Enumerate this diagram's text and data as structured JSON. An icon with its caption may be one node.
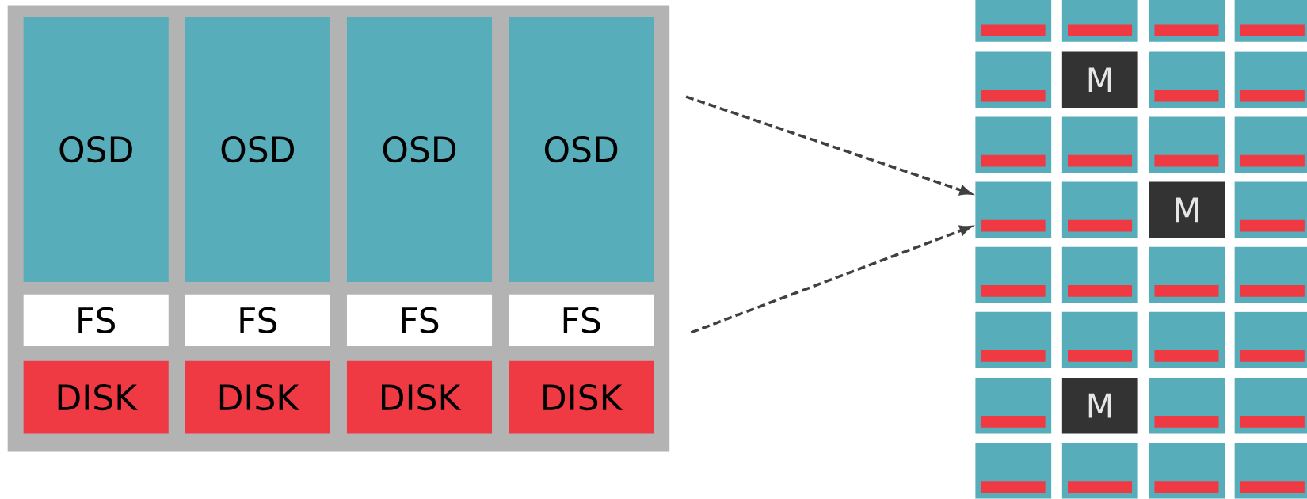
{
  "diagram": {
    "nodes": [
      {
        "text": [],
        "shape": "box"
      },
      {
        "text": [
          "OSD"
        ],
        "in": 0
      },
      {
        "text": [
          "OSD"
        ],
        "in": 0
      },
      {
        "text": [
          "OSD"
        ],
        "in": 0
      },
      {
        "text": [
          "OSD"
        ],
        "in": 0
      },
      {
        "text": [
          "FS"
        ],
        "in": 0
      },
      {
        "text": [
          "FS"
        ],
        "in": 0
      },
      {
        "text": [
          "FS"
        ],
        "in": 0
      },
      {
        "text": [
          "FS"
        ],
        "in": 0
      },
      {
        "text": [
          "DISK"
        ],
        "in": 0
      },
      {
        "text": [
          "DISK"
        ],
        "in": 0
      },
      {
        "text": [
          "DISK"
        ],
        "in": 0
      },
      {
        "text": [
          "DISK"
        ],
        "in": 0
      },
      {
        "text": [],
        "shape": "box"
      },
      {
        "text": [],
        "shape": "box"
      },
      {
        "text": [],
        "shape": "box"
      },
      {
        "text": [],
        "shape": "box"
      },
      {
        "text": [],
        "shape": "box"
      },
      {
        "text": [
          "M"
        ]
      },
      {
        "text": [],
        "shape": "box"
      },
      {
        "text": [],
        "shape": "box"
      },
      {
        "text": [],
        "shape": "box"
      },
      {
        "text": [],
        "shape": "box"
      },
      {
        "text": [],
        "shape": "box"
      },
      {
        "text": [],
        "shape": "box"
      },
      {
        "text": [],
        "shape": "box"
      },
      {
        "text": [],
        "shape": "box"
      },
      {
        "text": [
          "M"
        ]
      },
      {
        "text": [],
        "shape": "box"
      },
      {
        "text": [],
        "shape": "box"
      },
      {
        "text": [],
        "shape": "box"
      },
      {
        "text": [],
        "shape": "box"
      },
      {
        "text": [],
        "shape": "box"
      },
      {
        "text": [],
        "shape": "box"
      },
      {
        "text": [],
        "shape": "box"
      },
      {
        "text": [],
        "shape": "box"
      },
      {
        "text": [],
        "shape": "box"
      },
      {
        "text": [],
        "shape": "box"
      },
      {
        "text": [
          "M"
        ]
      },
      {
        "text": [],
        "shape": "box"
      },
      {
        "text": [],
        "shape": "box"
      },
      {
        "text": [],
        "shape": "box"
      },
      {
        "text": [],
        "shape": "box"
      },
      {
        "text": [],
        "shape": "box"
      },
      {
        "text": [],
        "shape": "box"
      }
    ],
    "edges": [
      {
        "from": null,
        "to": 25,
        "arrow": "to",
        "style": "dashed"
      },
      {
        "from": null,
        "to": 25,
        "arrow": "to",
        "style": "dashed"
      }
    ]
  }
}
